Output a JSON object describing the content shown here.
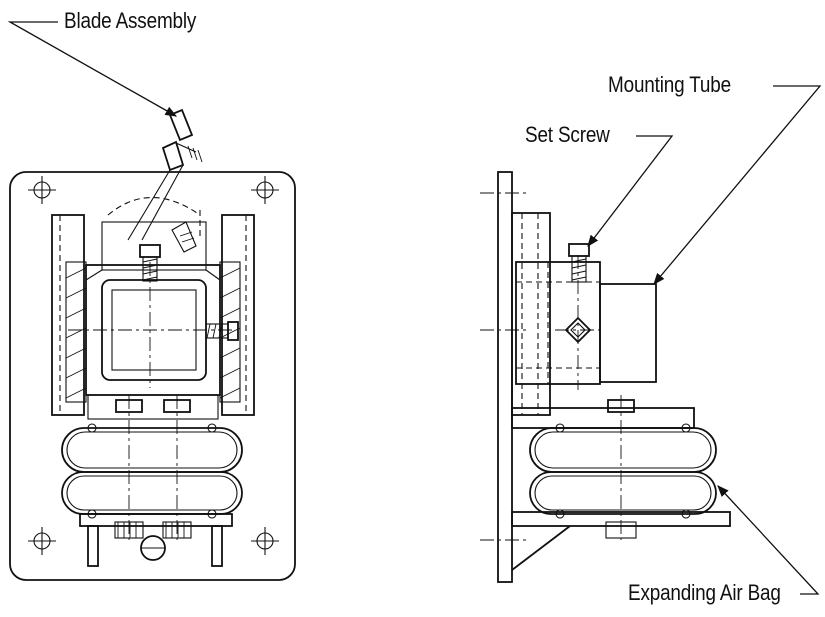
{
  "labels": {
    "blade_assembly": "Blade Assembly",
    "mounting_tube": "Mounting Tube",
    "set_screw": "Set Screw",
    "expanding_air_bag": "Expanding Air Bag"
  },
  "colors": {
    "ink": "#111111",
    "background": "#ffffff"
  }
}
